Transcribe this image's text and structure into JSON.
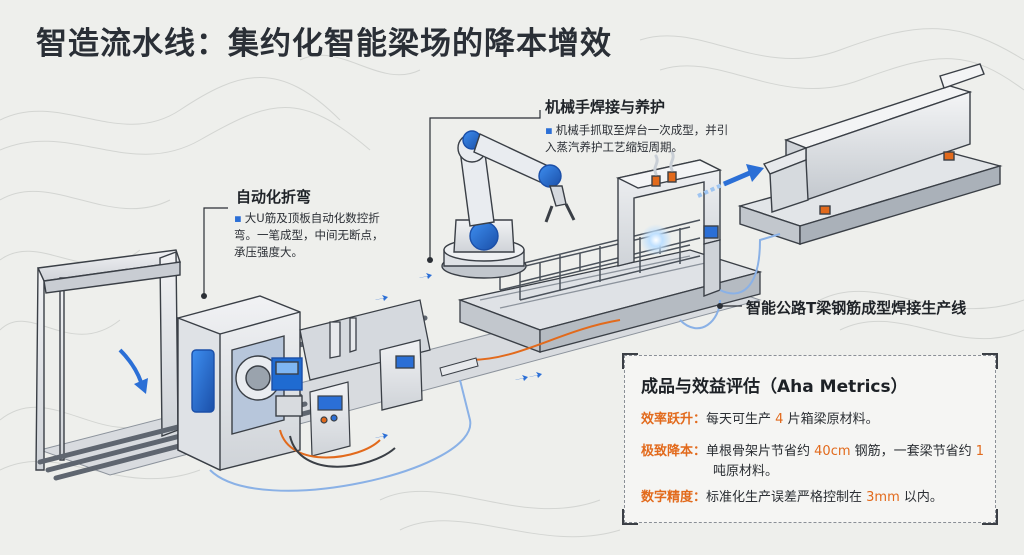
{
  "title": "智造流水线：集约化智能梁场的降本增效",
  "callouts": {
    "bending": {
      "title": "自动化折弯",
      "body": "大U筋及顶板自动化数控折弯。一笔成型，中间无断点，承压强度大。"
    },
    "welding": {
      "title": "机械手焊接与养护",
      "body": "机械手抓取至焊台一次成型，并引入蒸汽养护工艺缩短周期。"
    },
    "line": {
      "title": "智能公路T梁钢筋成型焊接生产线"
    }
  },
  "metrics": {
    "title": "成品与效益评估（Aha Metrics）",
    "rows": [
      {
        "label": "效率跃升：",
        "pre": "每天可生产 ",
        "value": "4",
        "post": " 片箱梁原材料。"
      },
      {
        "label": "极致降本：",
        "pre": "单根骨架片节省约 ",
        "value": "40cm",
        "mid": " 钢筋，一套梁节省约 ",
        "value2": "1",
        "post": " 吨原材料。"
      },
      {
        "label": "数字精度：",
        "pre": "标准化生产误差严格控制在 ",
        "value": "3mm",
        "post": " 以内。"
      }
    ]
  },
  "colors": {
    "accent_blue": "#2b6fd6",
    "accent_orange": "#e26a1c",
    "machine_light": "#e7e9ec",
    "machine_mid": "#c9cdd3",
    "machine_dark": "#8c939c",
    "steel": "#6f7680",
    "outline": "#3a3f46"
  },
  "icons": [
    "flow-arrow-icon",
    "down-arrow-icon",
    "steam-icon",
    "robot-arm-icon",
    "control-panel-icon"
  ]
}
